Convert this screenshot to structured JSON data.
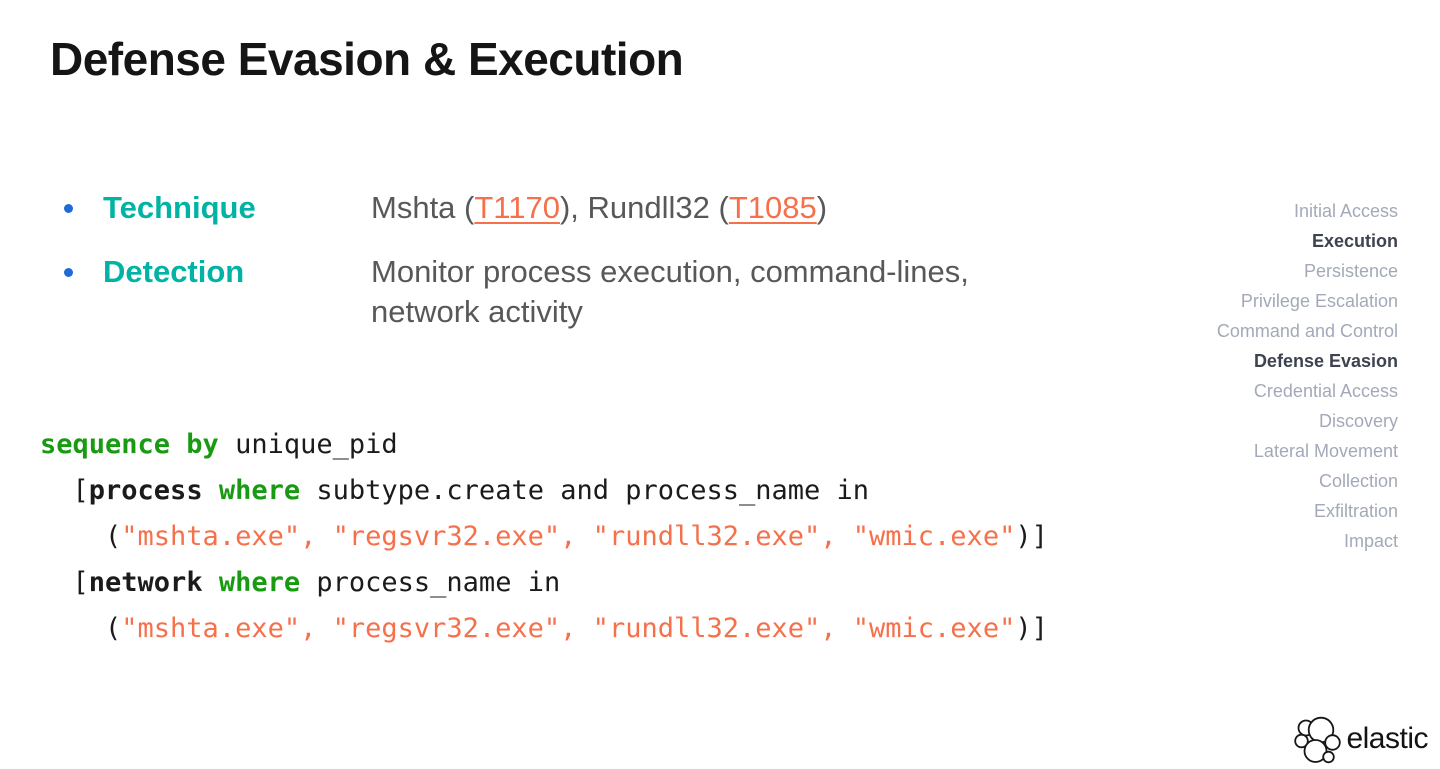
{
  "title": "Defense Evasion & Execution",
  "bullets": {
    "technique": {
      "label": "Technique",
      "value": [
        {
          "text": "Mshta ("
        },
        {
          "text": "T1170",
          "link": true
        },
        {
          "text": "), Rundll32 ("
        },
        {
          "text": "T1085",
          "link": true
        },
        {
          "text": ")"
        }
      ]
    },
    "detection": {
      "label": "Detection",
      "value": "Monitor process execution, command-lines, network activity"
    }
  },
  "code": {
    "language": "EQL",
    "lines": [
      {
        "segments": [
          {
            "text": "sequence by",
            "cls": "kw"
          },
          {
            "text": " unique_pid",
            "cls": "plain"
          }
        ]
      },
      {
        "segments": [
          {
            "text": "  [",
            "cls": "plain"
          },
          {
            "text": "process",
            "cls": "fn"
          },
          {
            "text": " ",
            "cls": "plain"
          },
          {
            "text": "where",
            "cls": "kw"
          },
          {
            "text": " subtype.create and process_name in",
            "cls": "plain"
          }
        ]
      },
      {
        "segments": [
          {
            "text": "    (",
            "cls": "plain"
          },
          {
            "text": "\"mshta.exe\", \"regsvr32.exe\", \"rundll32.exe\", \"wmic.exe\"",
            "cls": "str"
          },
          {
            "text": ")]",
            "cls": "plain"
          }
        ]
      },
      {
        "segments": [
          {
            "text": "  [",
            "cls": "plain"
          },
          {
            "text": "network",
            "cls": "fn"
          },
          {
            "text": " ",
            "cls": "plain"
          },
          {
            "text": "where",
            "cls": "kw"
          },
          {
            "text": " process_name in",
            "cls": "plain"
          }
        ]
      },
      {
        "segments": [
          {
            "text": "    (",
            "cls": "plain"
          },
          {
            "text": "\"mshta.exe\", \"regsvr32.exe\", \"rundll32.exe\", \"wmic.exe\"",
            "cls": "str"
          },
          {
            "text": ")]",
            "cls": "plain"
          }
        ]
      }
    ]
  },
  "tactics": {
    "items": [
      {
        "label": "Initial Access",
        "active": false
      },
      {
        "label": "Execution",
        "active": true
      },
      {
        "label": "Persistence",
        "active": false
      },
      {
        "label": "Privilege Escalation",
        "active": false
      },
      {
        "label": "Command and Control",
        "active": false
      },
      {
        "label": "Defense Evasion",
        "active": true
      },
      {
        "label": "Credential Access",
        "active": false
      },
      {
        "label": "Discovery",
        "active": false
      },
      {
        "label": "Lateral Movement",
        "active": false
      },
      {
        "label": "Collection",
        "active": false
      },
      {
        "label": "Exfiltration",
        "active": false
      },
      {
        "label": "Impact",
        "active": false
      }
    ]
  },
  "logo": {
    "text": "elastic"
  },
  "colors": {
    "teal": "#00B3A4",
    "blue": "#1E6BD6",
    "orange": "#F5704B",
    "green": "#189B12",
    "gray": "#57585A",
    "muted": "#A3A9B9",
    "muted-active": "#3E4350",
    "ink": "#151515",
    "code": "#1B1B1B"
  }
}
